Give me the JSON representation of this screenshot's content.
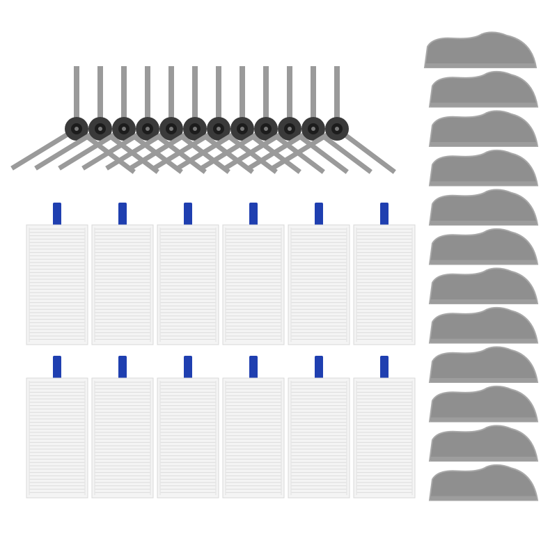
{
  "scene": {
    "description_visible_text": "",
    "background_color": "#ffffff"
  },
  "side_brushes": {
    "count": 12,
    "hub_color": "#3a3a3a",
    "bristle_color": "#9a9a9a"
  },
  "hepa_filters": {
    "count": 12,
    "rows": 2,
    "columns": 6,
    "frame_color": "#f4f4f4",
    "pleat_color": "#dcdcdc",
    "tab_color": "#1f3fb0"
  },
  "mop_pads": {
    "count": 12,
    "pad_color": "#8f8f8f",
    "edge_color": "#a8a8a8"
  }
}
